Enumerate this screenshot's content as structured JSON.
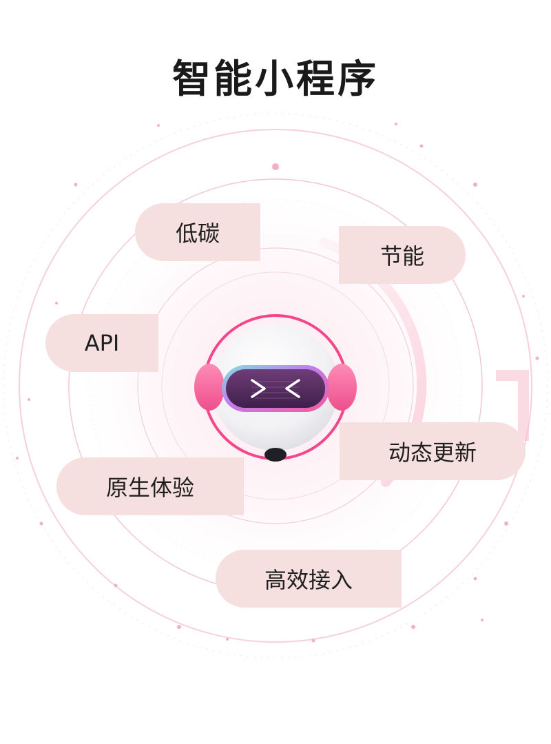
{
  "title": "智能小程序",
  "features": {
    "low_carbon": "低碳",
    "energy_saving": "节能",
    "api": "API",
    "dynamic_update": "动态更新",
    "native_experience": "原生体验",
    "efficient_access": "高效接入"
  },
  "colors": {
    "accent": "#f0558f",
    "pill_bg": "#f6dfdf",
    "ring": "#f6c3d0",
    "text": "#1a1a1a"
  },
  "icons": {
    "mascot": "robot-mascot-icon",
    "headphones": "headphones-icon",
    "eyes": "closed-eyes-icon"
  }
}
